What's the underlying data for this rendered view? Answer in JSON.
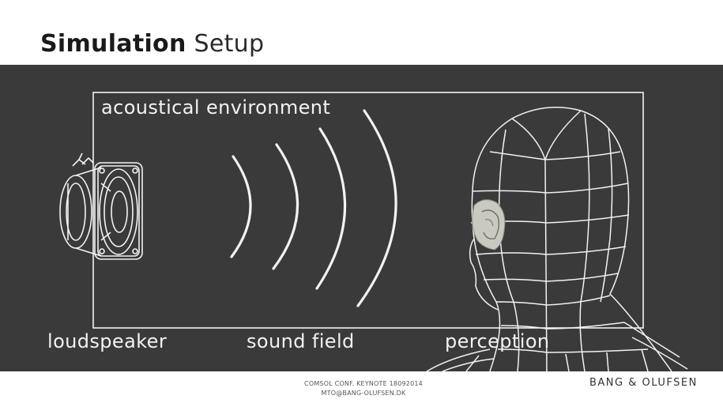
{
  "slide": {
    "title_bold": "Simulation",
    "title_light": "Setup"
  },
  "diagram": {
    "environment_label": "acoustical environment",
    "labels": {
      "loudspeaker": "loudspeaker",
      "sound_field": "sound field",
      "perception": "perception"
    },
    "icons": [
      "loudspeaker-icon",
      "sound-wave-icon",
      "wireframe-head-icon",
      "ear-icon"
    ],
    "colors": {
      "background": "#3a3a3a",
      "line": "#f2f2f2"
    }
  },
  "footer": {
    "line1": "COMSOL CONF. KEYNOTE 18092014",
    "line2": "MTO@BANG-OLUFSEN.DK",
    "brand": "BANG & OLUFSEN"
  }
}
